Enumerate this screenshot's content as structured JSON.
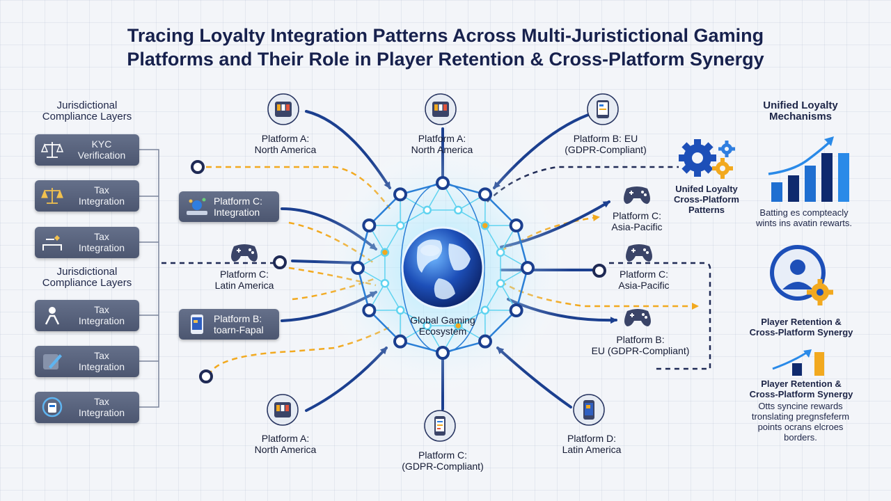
{
  "title": {
    "line1": "Tracing Loyalty Integration Patterns Across Multi-Juristictional Gaming",
    "line2": "Platforms and Their Role in Player Retention & Cross-Platform Synergy"
  },
  "left_panel": {
    "heading_top": {
      "line1": "Jurisdictional",
      "line2": "Compliance Layers"
    },
    "heading_mid": {
      "line1": "Jurisdictional",
      "line2": "Compliance Layers"
    },
    "items": [
      {
        "line1": "KYC",
        "line2": "Verification",
        "icon": "scales-icon"
      },
      {
        "line1": "Tax",
        "line2": "Integration",
        "icon": "scales-icon"
      },
      {
        "line1": "Tax",
        "line2": "Integration",
        "icon": "key-icon"
      },
      {
        "line1": "Tax",
        "line2": "Integration",
        "icon": "person-icon"
      },
      {
        "line1": "Tax",
        "line2": "Integration",
        "icon": "pen-icon"
      },
      {
        "line1": "Tax",
        "line2": "Integration",
        "icon": "id-card-icon"
      }
    ]
  },
  "center": {
    "label_line1": "Global Gaming",
    "label_line2": "Ecosystem",
    "icon": "globe-icon"
  },
  "platforms": {
    "top_left": {
      "line1": "Platform A:",
      "line2": "North America",
      "icon": "slot-machine-icon"
    },
    "top_center": {
      "line1": "Platform A:",
      "line2": "North America",
      "icon": "slot-machine-icon"
    },
    "top_right": {
      "line1": "Platform B: EU",
      "line2": "(GDPR-Compliant)",
      "icon": "tablet-icon"
    },
    "box_c_integration": {
      "line1": "Platform C:",
      "line2": "Integration",
      "icon": "network-icon"
    },
    "left_mid": {
      "line1": "Platform C:",
      "line2": "Latin America",
      "icon": "gamepad-icon"
    },
    "box_b": {
      "line1": "Platform B:",
      "line2": "toarn-Fapal",
      "icon": "phone-icon"
    },
    "right_upper": {
      "line1": "Platform C:",
      "line2": "Asia-Pacific",
      "icon": "gamepad-icon"
    },
    "right_mid": {
      "line1": "Platform C:",
      "line2": "Asia-Pacific",
      "icon": "gamepad-icon"
    },
    "right_lower": {
      "line1": "Platform B:",
      "line2": "EU (GDPR-Compliant)",
      "icon": "gamepad-icon"
    },
    "bottom_left": {
      "line1": "Platform A:",
      "line2": "North America",
      "icon": "slot-machine-icon"
    },
    "bottom_center": {
      "line1": "Platform C:",
      "line2": "(GDPR-Compliant)",
      "icon": "phone-icon"
    },
    "bottom_right": {
      "line1": "Platform D:",
      "line2": "Latin America",
      "icon": "phone-icon"
    }
  },
  "right_panel": {
    "heading": {
      "line1": "Unified Loyalty",
      "line2": "Mechanisms"
    },
    "patterns_label": {
      "line1": "Unifed Loyalty",
      "line2": "Cross-Platform",
      "line3": "Patterns"
    },
    "chart_caption": {
      "line1": "Batting es compteacly",
      "line2": "wints ins avatin rewarts."
    },
    "retention_label": {
      "line1": "Player Retention &",
      "line2": "Cross-Platform Synergy"
    },
    "retention_label_2": {
      "line1": "Player Retention &",
      "line2": "Cross-Platform Synergy"
    },
    "retention_desc": {
      "line1": "Otts syncine rewards",
      "line2": "tronslating pregnsfeferm",
      "line3": "points ocrans elcroes",
      "line4": "borders."
    }
  },
  "colors": {
    "navy": "#1b3f8f",
    "gold": "#f2a91f",
    "dark_dash": "#1f2a55",
    "node_cyan": "#5fd3f0",
    "box_gray": "#58627c",
    "bar_blue": "#1f6fd1"
  }
}
